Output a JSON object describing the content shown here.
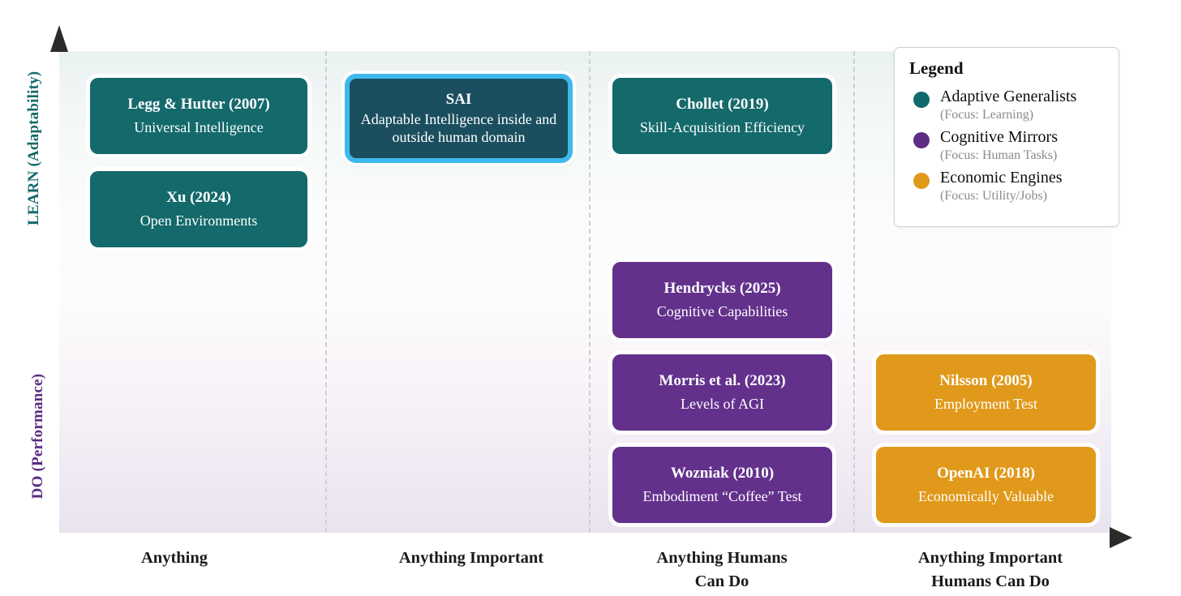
{
  "axes": {
    "y_top_label": "LEARN (Adaptability)",
    "y_bottom_label": "DO (Performance)",
    "y_top_color": "#13696b",
    "y_bottom_color": "#5a2d82",
    "x_ticks": [
      {
        "line1": "Anything",
        "line2": ""
      },
      {
        "line1": "Anything Important",
        "line2": ""
      },
      {
        "line1": "Anything Humans",
        "line2": "Can Do"
      },
      {
        "line1": "Anything Important",
        "line2": "Humans Can Do"
      }
    ]
  },
  "cards": [
    {
      "id": "legg-hutter",
      "title": "Legg & Hutter (2007)",
      "subtitle": "Universal Intelligence",
      "category": "teal"
    },
    {
      "id": "xu",
      "title": "Xu (2024)",
      "subtitle": "Open Environments",
      "category": "teal"
    },
    {
      "id": "sai",
      "title": "SAI",
      "subtitle": "Adaptable Intelligence inside and outside human domain",
      "category": "sai"
    },
    {
      "id": "chollet",
      "title": "Chollet (2019)",
      "subtitle": "Skill-Acquisition Efficiency",
      "category": "teal"
    },
    {
      "id": "hendrycks",
      "title": "Hendrycks (2025)",
      "subtitle": "Cognitive Capabilities",
      "category": "purple"
    },
    {
      "id": "morris",
      "title": "Morris et al. (2023)",
      "subtitle": "Levels of AGI",
      "category": "purple"
    },
    {
      "id": "wozniak",
      "title": "Wozniak (2010)",
      "subtitle": "Embodiment “Coffee” Test",
      "category": "purple"
    },
    {
      "id": "nilsson",
      "title": "Nilsson (2005)",
      "subtitle": "Employment Test",
      "category": "orange"
    },
    {
      "id": "openai",
      "title": "OpenAI (2018)",
      "subtitle": "Economically Valuable",
      "category": "orange"
    }
  ],
  "legend": {
    "title": "Legend",
    "items": [
      {
        "label": "Adaptive Generalists",
        "focus": "(Focus: Learning)",
        "color": "#0f6b6b"
      },
      {
        "label": "Cognitive Mirrors",
        "focus": "(Focus: Human Tasks)",
        "color": "#5c2d82"
      },
      {
        "label": "Economic Engines",
        "focus": "(Focus: Utility/Jobs)",
        "color": "#e0991a"
      }
    ]
  },
  "colors": {
    "teal": "#14696b",
    "purple": "#63318c",
    "orange": "#e0991a",
    "sai_border": "#3fb8ec",
    "sai_fill": "#1b4f5f"
  },
  "chart_data": {
    "type": "scatter",
    "title": "",
    "xlabel": "",
    "ylabel": "",
    "x_categories": [
      "Anything",
      "Anything Important",
      "Anything Humans Can Do",
      "Anything Important Humans Can Do"
    ],
    "y_axis_poles": [
      "LEARN (Adaptability)",
      "DO (Performance)"
    ],
    "grid": "dashed vertical column separators",
    "legend_position": "top-right inside plot",
    "points": [
      {
        "label": "Legg & Hutter (2007)",
        "detail": "Universal Intelligence",
        "x_category": "Anything",
        "y_band": "LEARN",
        "group": "Adaptive Generalists"
      },
      {
        "label": "Xu (2024)",
        "detail": "Open Environments",
        "x_category": "Anything",
        "y_band": "LEARN",
        "group": "Adaptive Generalists"
      },
      {
        "label": "SAI",
        "detail": "Adaptable Intelligence inside and outside human domain",
        "x_category": "Anything Important",
        "y_band": "LEARN",
        "group": "Highlighted"
      },
      {
        "label": "Chollet (2019)",
        "detail": "Skill-Acquisition Efficiency",
        "x_category": "Anything Humans Can Do",
        "y_band": "LEARN",
        "group": "Adaptive Generalists"
      },
      {
        "label": "Hendrycks (2025)",
        "detail": "Cognitive Capabilities",
        "x_category": "Anything Humans Can Do",
        "y_band": "MID",
        "group": "Cognitive Mirrors"
      },
      {
        "label": "Morris et al. (2023)",
        "detail": "Levels of AGI",
        "x_category": "Anything Humans Can Do",
        "y_band": "DO",
        "group": "Cognitive Mirrors"
      },
      {
        "label": "Wozniak (2010)",
        "detail": "Embodiment “Coffee” Test",
        "x_category": "Anything Humans Can Do",
        "y_band": "DO",
        "group": "Cognitive Mirrors"
      },
      {
        "label": "Nilsson (2005)",
        "detail": "Employment Test",
        "x_category": "Anything Important Humans Can Do",
        "y_band": "DO",
        "group": "Economic Engines"
      },
      {
        "label": "OpenAI (2018)",
        "detail": "Economically Valuable",
        "x_category": "Anything Important Humans Can Do",
        "y_band": "DO",
        "group": "Economic Engines"
      }
    ]
  }
}
